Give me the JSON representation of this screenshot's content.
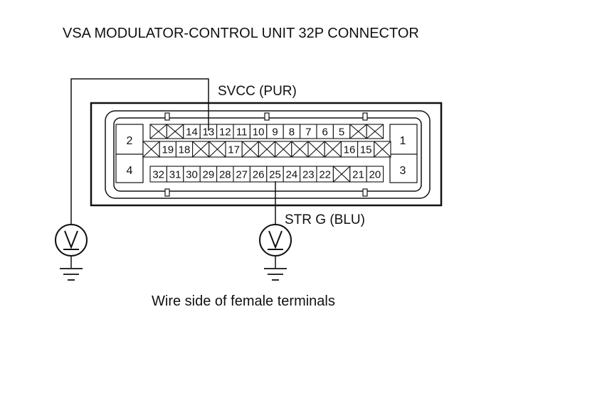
{
  "title": "VSA MODULATOR-CONTROL UNIT 32P CONNECTOR",
  "caption": "Wire side of female terminals",
  "wires": {
    "svcc": "SVCC (PUR)",
    "strg": "STR G (BLU)"
  },
  "side_terminals": {
    "top_left": "2",
    "bottom_left": "4",
    "top_right": "1",
    "bottom_right": "3"
  },
  "row1": [
    "X",
    "X",
    "14",
    "13",
    "12",
    "11",
    "10",
    "9",
    "8",
    "7",
    "6",
    "5",
    "X",
    "X"
  ],
  "row2": [
    "X",
    "19",
    "18",
    "X",
    "X",
    "17",
    "X",
    "X",
    "X",
    "X",
    "X",
    "X",
    "16",
    "15",
    "X"
  ],
  "row3": [
    "32",
    "31",
    "30",
    "29",
    "28",
    "27",
    "26",
    "25",
    "24",
    "23",
    "22",
    "X",
    "21",
    "20"
  ],
  "voltmeter_symbol": "V"
}
